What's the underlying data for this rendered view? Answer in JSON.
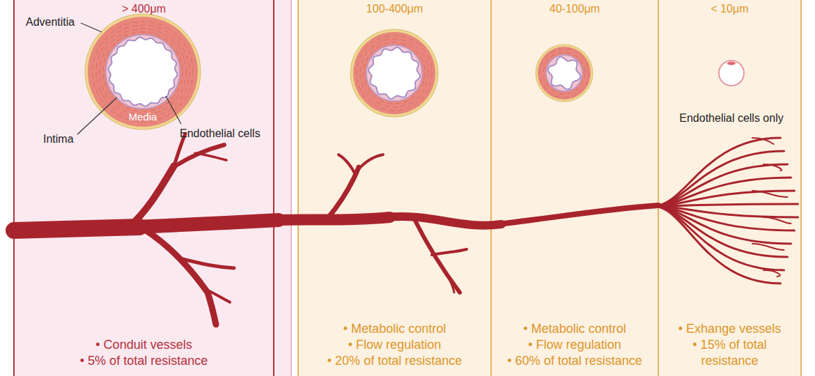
{
  "diagram": {
    "nodes": [
      {
        "text": [
          "> 400μm",
          "• Conduit vessels",
          "• 5% of total resistance"
        ]
      },
      {
        "text": [
          "100-400μm",
          "• Metabolic control",
          "• Flow regulation",
          "• 20% of total resistance"
        ]
      },
      {
        "text": [
          "40-100μm",
          "• Metabolic control",
          "• Flow regulation",
          "• 60% of total resistance"
        ]
      },
      {
        "text": [
          "< 10μm",
          "• Exhange vessels",
          "• 15% of total resistance"
        ]
      }
    ],
    "labels": [
      "Adventitia",
      "Intima",
      "Media",
      "Endothelial cells",
      "Endothelial cells only"
    ]
  }
}
